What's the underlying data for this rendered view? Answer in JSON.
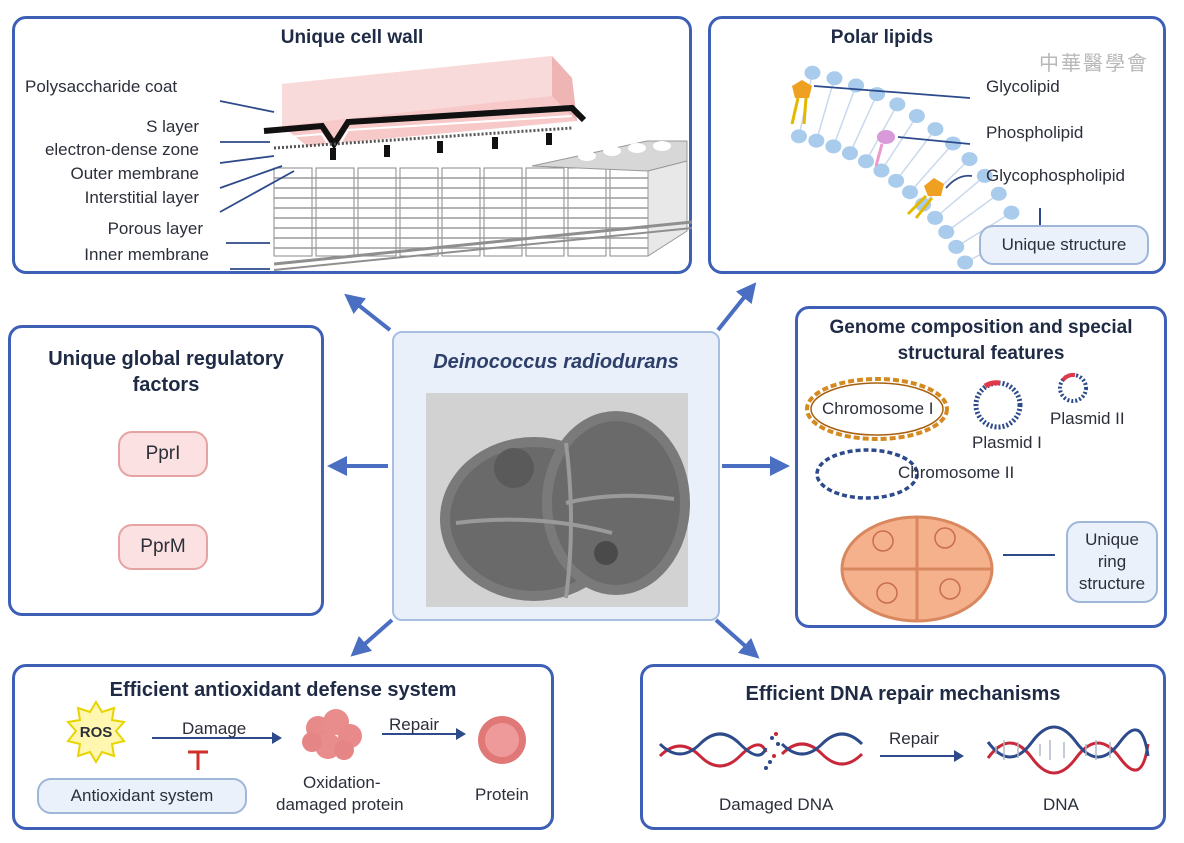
{
  "watermark": "中華醫學會",
  "center": {
    "title": "Deinococcus radiodurans"
  },
  "cell_wall": {
    "title": "Unique cell wall",
    "layers": [
      "Polysaccharide coat",
      "S layer",
      "electron-dense zone",
      "Outer membrane",
      "Interstitial layer",
      "Porous layer",
      "Inner membrane"
    ]
  },
  "polar_lipids": {
    "title": "Polar lipids",
    "items": [
      "Glycolipid",
      "Phospholipid",
      "Glycophospholipid"
    ],
    "result": "Unique structure"
  },
  "regulatory": {
    "title_line1": "Unique global regulatory",
    "title_line2": "factors",
    "factors": [
      "PprI",
      "PprM"
    ]
  },
  "genome": {
    "title_line1": "Genome composition and special",
    "title_line2": "structural features",
    "chromosome1": "Chromosome I",
    "plasmid1": "Plasmid I",
    "plasmid2": "Plasmid II",
    "chromosome2": "Chromosome II",
    "ring_line1": "Unique",
    "ring_line2": "ring",
    "ring_line3": "structure"
  },
  "antioxidant": {
    "title": "Efficient antioxidant defense system",
    "ros": "ROS",
    "damage": "Damage",
    "repair": "Repair",
    "damaged_protein_line1": "Oxidation-",
    "damaged_protein_line2": "damaged protein",
    "protein": "Protein",
    "system": "Antioxidant system"
  },
  "dna_repair": {
    "title": "Efficient DNA repair mechanisms",
    "repair": "Repair",
    "damaged": "Damaged DNA",
    "repaired": "DNA"
  },
  "colors": {
    "panel_border": "#3d5fb6",
    "arrow": "#4a6fc2",
    "pink": "#fbe1e1",
    "light_blue": "#eaf1fb",
    "lipid_head": "#a9cbec",
    "ring_fill": "#f5b08c",
    "dna_red": "#c8283a",
    "dna_blue": "#2d4a8a"
  },
  "icons": [
    "arrow-icon",
    "ros-burst-icon",
    "inhibit-icon",
    "protein-blob-icon",
    "chromosome-icon",
    "plasmid-icon",
    "dna-helix-icon",
    "cell-micrograph"
  ]
}
